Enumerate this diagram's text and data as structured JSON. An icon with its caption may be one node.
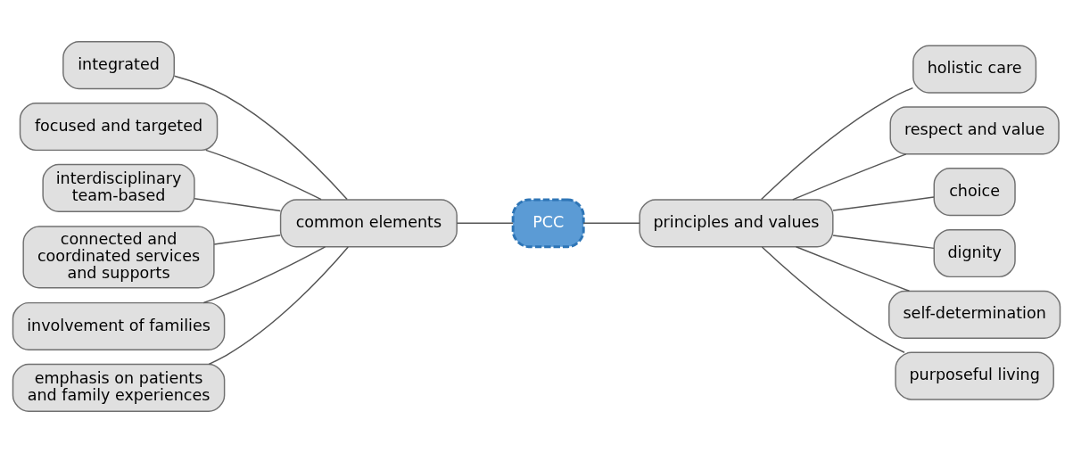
{
  "diagram": {
    "nodes": [
      {
        "text": [
          "PCC"
        ]
      },
      {
        "text": [
          "common elements"
        ]
      },
      {
        "text": [
          "integrated"
        ]
      },
      {
        "text": [
          "focused and targeted"
        ]
      },
      {
        "text": [
          "interdisciplinary team-based"
        ]
      },
      {
        "text": [
          "connected and coordinated services and supports"
        ]
      },
      {
        "text": [
          "involvement of families"
        ]
      },
      {
        "text": [
          "emphasis on patients and family experiences"
        ]
      },
      {
        "text": [
          "principles and values"
        ]
      },
      {
        "text": [
          "holistic care"
        ]
      },
      {
        "text": [
          "respect and value"
        ]
      },
      {
        "text": [
          "choice"
        ]
      },
      {
        "text": [
          "dignity"
        ]
      },
      {
        "text": [
          "self-determination"
        ]
      },
      {
        "text": [
          "purposeful living"
        ]
      }
    ],
    "edges": [
      {
        "from": 2,
        "to": 1,
        "arrow": "none"
      },
      {
        "from": 3,
        "to": 1,
        "arrow": "none"
      },
      {
        "from": 4,
        "to": 1,
        "arrow": "none"
      },
      {
        "from": 5,
        "to": 1,
        "arrow": "none"
      },
      {
        "from": 6,
        "to": 1,
        "arrow": "none"
      },
      {
        "from": 7,
        "to": 1,
        "arrow": "none"
      },
      {
        "from": 1,
        "to": 0,
        "arrow": "none"
      },
      {
        "from": 0,
        "to": 8,
        "arrow": "none"
      },
      {
        "from": 8,
        "to": 9,
        "arrow": "none"
      },
      {
        "from": 8,
        "to": 10,
        "arrow": "none"
      },
      {
        "from": 8,
        "to": 11,
        "arrow": "none"
      },
      {
        "from": 8,
        "to": 12,
        "arrow": "none"
      },
      {
        "from": 8,
        "to": 13,
        "arrow": "none"
      },
      {
        "from": 8,
        "to": 14,
        "arrow": "none"
      }
    ]
  }
}
